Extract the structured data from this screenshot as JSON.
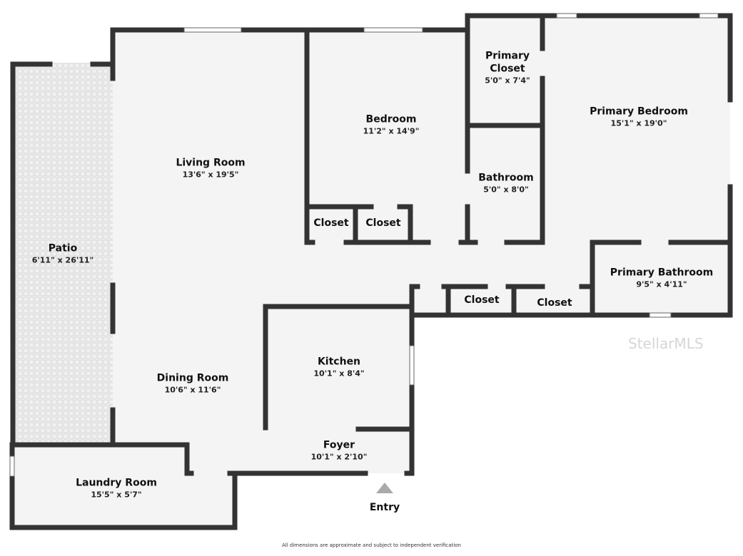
{
  "rooms": [
    {
      "name": "Living Room",
      "dims": "13'6\" x 19'5\""
    },
    {
      "name": "Bedroom",
      "dims": "11'2\" x 14'9\""
    },
    {
      "name": "Primary Closet",
      "name2": "Closet",
      "name1": "Primary",
      "dims": "5'0\" x 7'4\""
    },
    {
      "name": "Primary Bedroom",
      "dims": "15'1\" x 19'0\""
    },
    {
      "name": "Bathroom",
      "dims": "5'0\" x 8'0\""
    },
    {
      "name": "Closet"
    },
    {
      "name": "Closet"
    },
    {
      "name": "Patio",
      "dims": "6'11\" x 26'11\""
    },
    {
      "name": "Primary Bathroom",
      "dims": "9'5\" x 4'11\""
    },
    {
      "name": "Closet"
    },
    {
      "name": "Closet"
    },
    {
      "name": "Kitchen",
      "dims": "10'1\" x 8'4\""
    },
    {
      "name": "Dining Room",
      "dims": "10'6\" x 11'6\""
    },
    {
      "name": "Foyer",
      "dims": "10'1\" x 2'10\""
    },
    {
      "name": "Laundry Room",
      "dims": "15'5\" x 5'7\""
    }
  ],
  "entry_label": "Entry",
  "disclaimer": "All dimensions are approximate and subject to independent verification",
  "watermark": "StellarMLS",
  "colors": {
    "wall": "#333333",
    "floor": "#f4f4f4",
    "entry_arrow": "#aaaaaa"
  }
}
